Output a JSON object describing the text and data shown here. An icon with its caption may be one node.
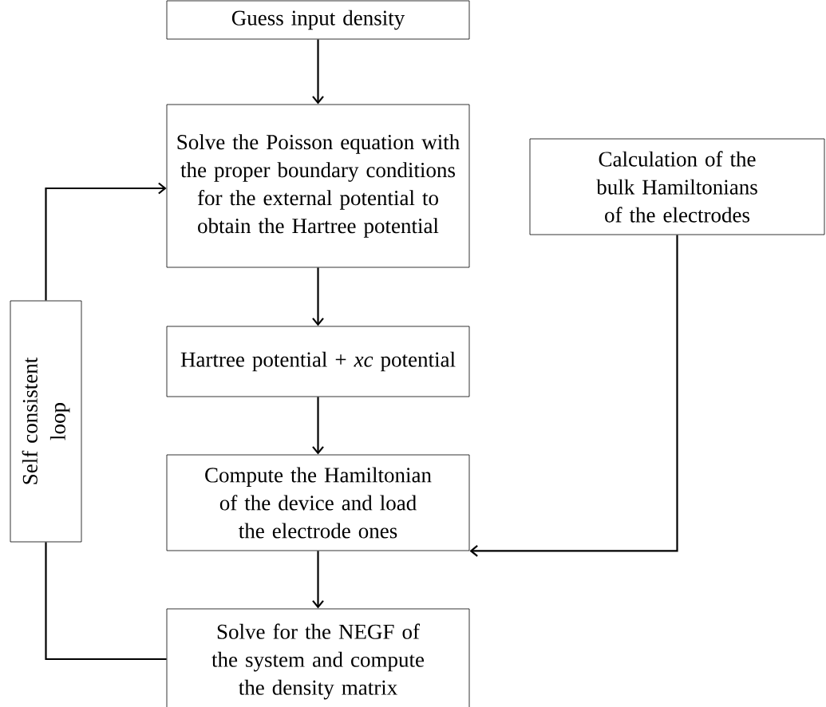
{
  "diagram": {
    "nodes": [
      {
        "text": [
          "Guess input density"
        ]
      },
      {
        "text": [
          "Solve the Poisson equation with the proper boundary conditions for the external potential to obtain the Hartree potential"
        ]
      },
      {
        "text": [
          "Calculation of the bulk Hamiltonians of the electrodes"
        ]
      },
      {
        "text": [
          "Hartree potential + *xc* potential"
        ]
      },
      {
        "text": [
          "Compute the Hamiltonian of the device and load the electrode ones"
        ]
      },
      {
        "text": [
          "Self consistent loop"
        ]
      },
      {
        "text": [
          "Solve for the NEGF of the system and compute the density matrix"
        ]
      }
    ],
    "edges": [
      {
        "from": 0,
        "to": 1,
        "arrow": "to"
      },
      {
        "from": 1,
        "to": 3,
        "arrow": "to"
      },
      {
        "from": 3,
        "to": 4,
        "arrow": "to"
      },
      {
        "from": 2,
        "to": 4,
        "arrow": "to"
      },
      {
        "from": 4,
        "to": 6,
        "arrow": "to"
      },
      {
        "from": 6,
        "to": 5,
        "arrow": "none"
      },
      {
        "from": 5,
        "to": 1,
        "arrow": "to"
      }
    ]
  }
}
